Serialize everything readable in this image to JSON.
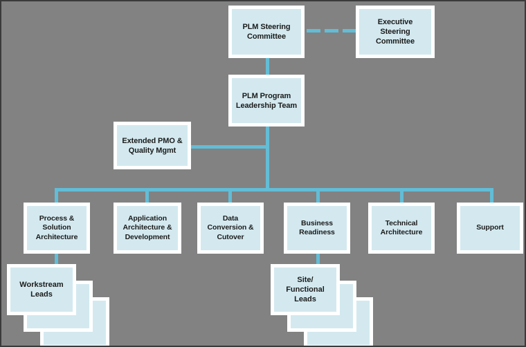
{
  "diagram": {
    "title": "PLM Program Organization Chart",
    "background_color": "#828282",
    "node_fill_color": "#d3e9ef",
    "node_border_color": "#ffffff",
    "connector_color": "#62bdd6",
    "text_color": "#1b1b1b"
  },
  "nodes": {
    "plm_steering_committee": "PLM Steering\nCommittee",
    "executive_steering_committee": "Executive\nSteering\nCommittee",
    "plm_program_leadership_team": "PLM Program\nLeadership Team",
    "extended_pmo_quality_mgmt": "Extended PMO &\nQuality Mgmt",
    "process_solution_architecture": "Process &\nSolution\nArchitecture",
    "application_architecture_development": "Application\nArchitecture &\nDevelopment",
    "data_conversion_cutover": "Data\nConversion &\nCutover",
    "business_readiness": "Business\nReadiness",
    "technical_architecture": "Technical\nArchitecture",
    "support": "Support",
    "workstream_leads": "Workstream\nLeads",
    "site_functional_leads": "Site/\nFunctional\nLeads"
  },
  "connectors": {
    "steering_to_executive_style": "dashed",
    "steering_to_leadership_style": "solid",
    "leadership_to_pmo_style": "solid",
    "leadership_to_bus_style": "solid",
    "bus_to_workstreams_style": "solid",
    "process_to_workstream_leads_style": "solid",
    "business_readiness_to_site_leads_style": "solid"
  }
}
